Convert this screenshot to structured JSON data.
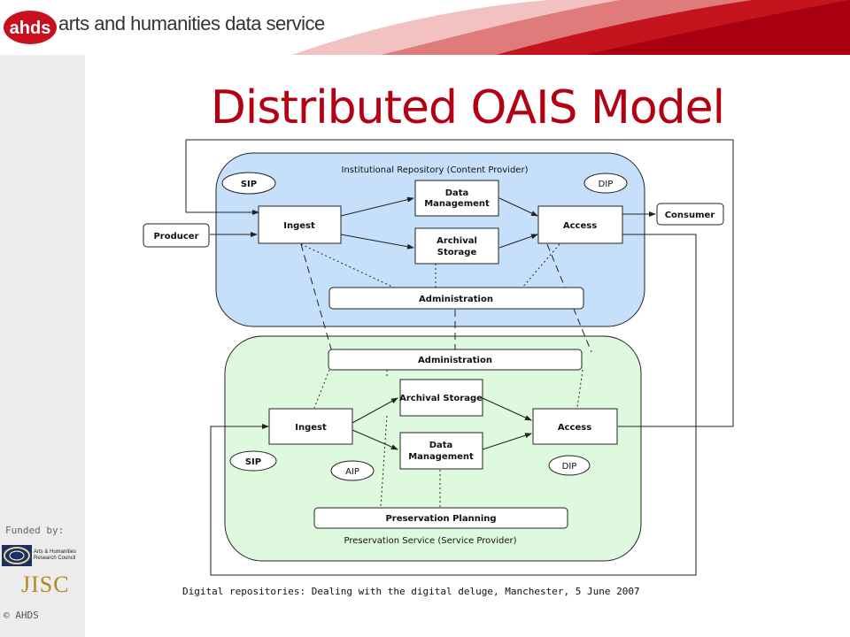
{
  "header": {
    "logo_mark": "ahds",
    "logo_text": "arts and humanities data service"
  },
  "title": "Distributed OAIS Model",
  "sidebar": {
    "funded_by": "Funded by:",
    "ahrc_line1": "Arts & Humanities",
    "ahrc_line2": "Research Council",
    "jisc": "JISC",
    "copyright": "© AHDS"
  },
  "diagram": {
    "ir_title": "Institutional Repository (Content Provider)",
    "ps_title": "Preservation Service (Service Provider)",
    "ir": {
      "sip": "SIP",
      "dip": "DIP",
      "ingest": "Ingest",
      "data_mgmt_1": "Data",
      "data_mgmt_2": "Management",
      "arch_storage_1": "Archival",
      "arch_storage_2": "Storage",
      "access": "Access",
      "administration": "Administration"
    },
    "ps": {
      "administration": "Administration",
      "arch_storage": "Archival Storage",
      "ingest": "Ingest",
      "data_mgmt_1": "Data",
      "data_mgmt_2": "Management",
      "access": "Access",
      "sip": "SIP",
      "aip": "AIP",
      "dip": "DIP",
      "preservation_planning": "Preservation Planning"
    },
    "producer": "Producer",
    "consumer": "Consumer"
  },
  "footer": "Digital repositories: Dealing with the digital deluge, Manchester, 5 June 2007",
  "colors": {
    "brand_red": "#b30012",
    "ir_fill": "#c6e0fb",
    "ps_fill": "#dff9df"
  }
}
